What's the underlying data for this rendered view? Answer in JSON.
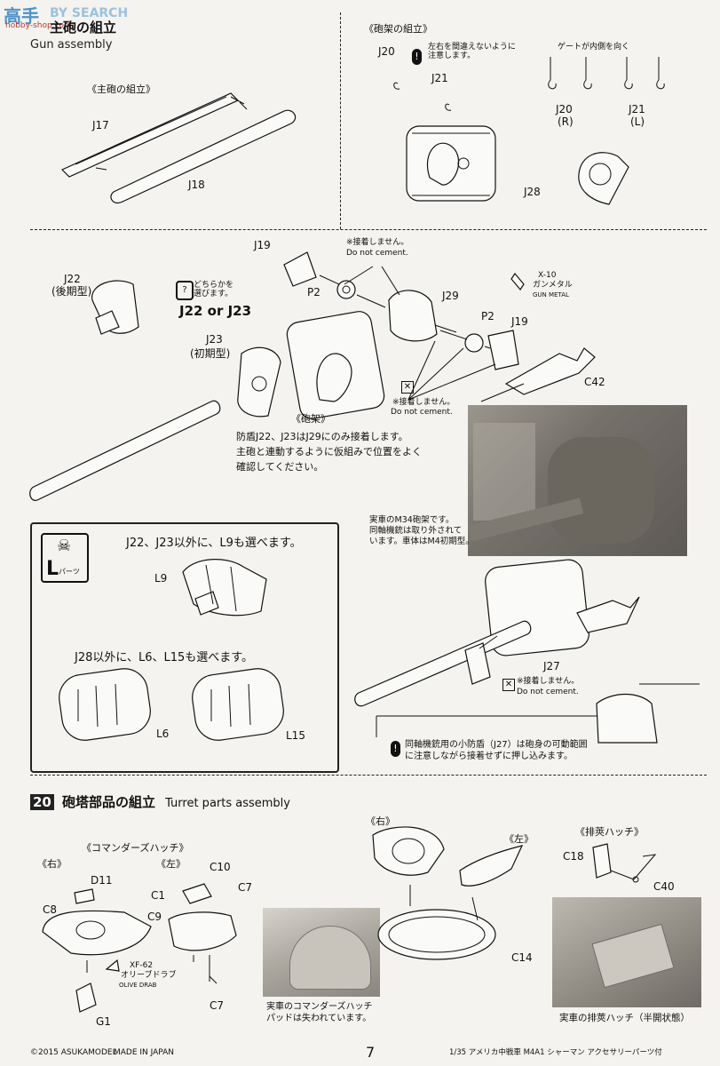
{
  "watermark": {
    "brand": "BY SEARCH",
    "site": "hobby-shop.com",
    "logo_text": "高手"
  },
  "step19": {
    "title_jp": "主砲の組立",
    "title_en": "Gun assembly",
    "gun_sub": "《主砲の組立》",
    "gun_parts": [
      "J17",
      "J18"
    ],
    "mount_sub": "《砲架の組立》",
    "mount_note": "左右を間違えないように\n注意します。",
    "mount_parts": [
      "J20",
      "J21",
      "J28"
    ],
    "gate_note": "ゲートが内側を向く",
    "gate_labels": [
      "J20",
      "(R)",
      "J21",
      "(L)"
    ],
    "assembly_parts": {
      "j19a": "J19",
      "p2a": "P2",
      "j29": "J29",
      "p2b": "P2",
      "j19b": "J19",
      "j22": "J22",
      "j22_type": "(後期型)",
      "j23": "J23",
      "j23_type": "(初期型)",
      "c42": "C42"
    },
    "do_not_cement_jp": "※接着しません。",
    "do_not_cement_en": "Do not cement.",
    "do_not_cement_jp2": "※接着しません。",
    "do_not_cement_en2": "Do not cement.",
    "choose_note": "どちらかを\n選びます。",
    "choose_parts": "J22 or J23",
    "paint_code": "X-10",
    "paint_name_jp": "ガンメタル",
    "paint_name_en": "GUN METAL",
    "mount_caption": "《砲架》",
    "mount_instructions": "防盾J22、J23はJ29にのみ接着します。\n主砲と連動するように仮組みで位置をよく\n確認してください。",
    "photo_caption": "実車のM34砲架です。\n同軸機銃は取り外されて\nいます。車体はM4初期型。",
    "l_parts_badge": "パーツ",
    "l_option1": "J22、J23以外に、L9も選べます。",
    "l_option1_part": "L9",
    "l_option2": "J28以外に、L6、L15も選べます。",
    "l_option2_parts": [
      "L6",
      "L15"
    ],
    "j27": "J27",
    "j27_cement_jp": "※接着しません。",
    "j27_cement_en": "Do not cement.",
    "j27_note": "同軸機銃用の小防盾（J27）は砲身の可動範囲\nに注意しながら接着せずに押し込みます。"
  },
  "step20": {
    "number": "20",
    "title_jp": "砲塔部品の組立",
    "title_en": "Turret parts assembly",
    "cmdr_sub": "《コマンダーズハッチ》",
    "right": "《右》",
    "left": "《左》",
    "cmdr_parts_right": [
      "D11",
      "C8",
      "G1"
    ],
    "cmdr_parts_left": [
      "C10",
      "C1",
      "C7",
      "C9",
      "C7"
    ],
    "paint_code": "XF-62",
    "paint_name_jp": "オリーブドラブ",
    "paint_name_en": "OLIVE DRAB",
    "cmdr_photo_caption": "実車のコマンダーズハッチ\nパッドは失われています。",
    "turret_right": "《右》",
    "turret_left": "《左》",
    "turret_part": "C14",
    "vent_sub": "《排莢ハッチ》",
    "vent_parts": [
      "C18",
      "C40"
    ],
    "vent_caption": "実車の排莢ハッチ（半開状態）"
  },
  "footer": {
    "copyright": "©2015 ASUKAMODEL",
    "made_in": "MADE IN JAPAN",
    "page": "7",
    "product": "1/35 アメリカ中戦車 M4A1 シャーマン アクセサリーパーツ付"
  }
}
